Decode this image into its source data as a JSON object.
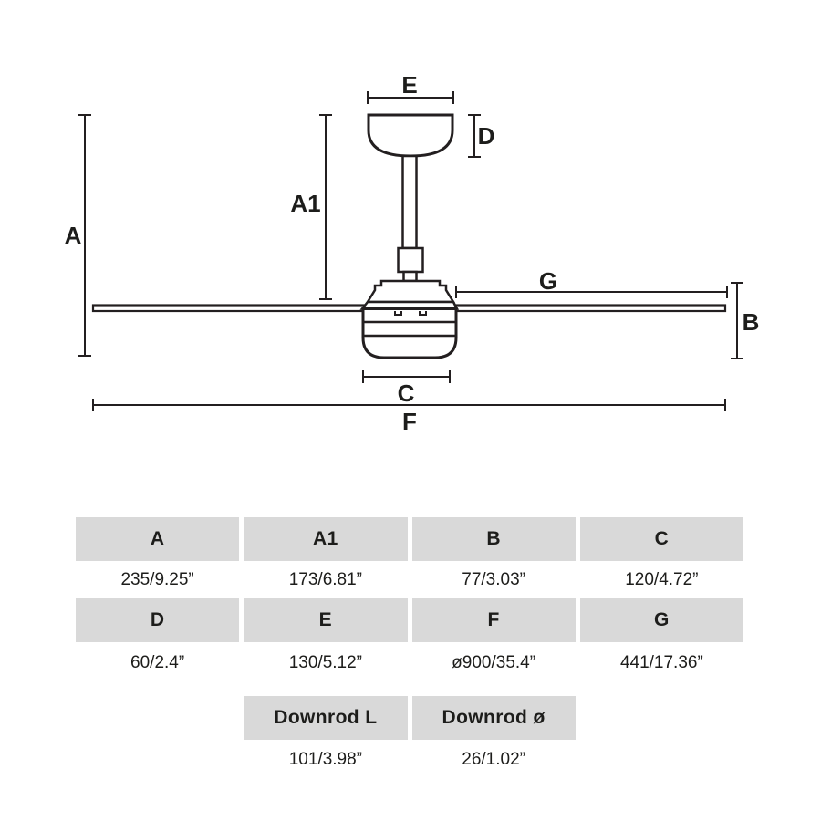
{
  "diagram": {
    "labels": {
      "a": "A",
      "a1": "A1",
      "b": "B",
      "c": "C",
      "d": "D",
      "e": "E",
      "f": "F",
      "g": "G"
    },
    "line_color": "#231f20"
  },
  "table": {
    "header_bg": "#d9d9d9",
    "text_color": "#1d1d1b",
    "rows": [
      {
        "headers": [
          "A",
          "A1",
          "B",
          "C"
        ],
        "values": [
          "235/9.25”",
          "173/6.81”",
          "77/3.03”",
          "120/4.72”"
        ]
      },
      {
        "headers": [
          "D",
          "E",
          "F",
          "G"
        ],
        "values": [
          "60/2.4”",
          "130/5.12”",
          "ø900/35.4”",
          "441/17.36”"
        ]
      },
      {
        "headers": [
          "Downrod L",
          "Downrod ø"
        ],
        "values": [
          "101/3.98”",
          "26/1.02”"
        ]
      }
    ]
  }
}
